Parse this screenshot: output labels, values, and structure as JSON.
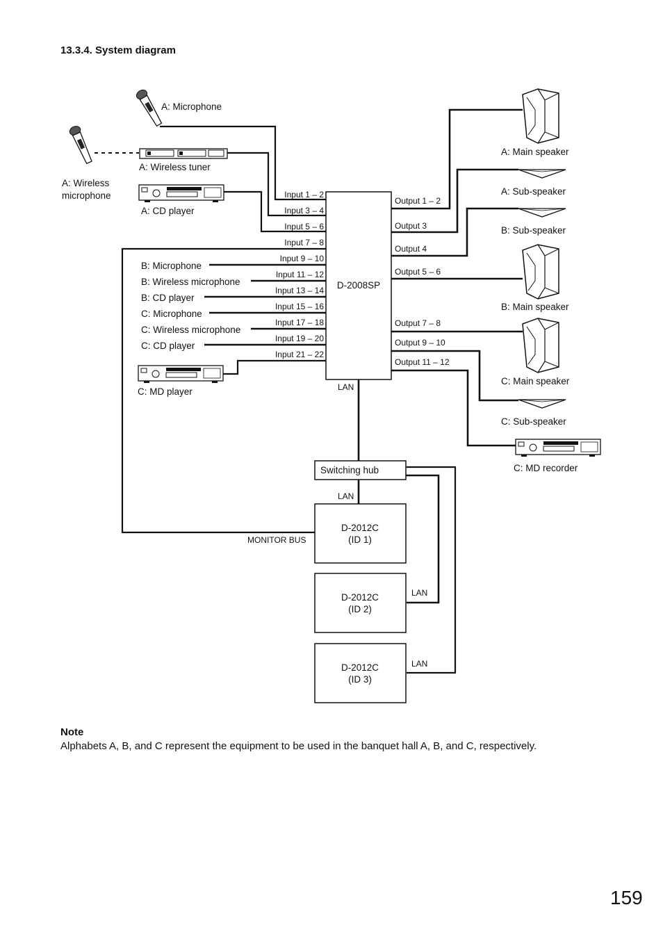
{
  "section_title": "13.3.4. System diagram",
  "devices": {
    "main_unit": "D-2008SP",
    "switching_hub": "Switching hub",
    "controllers": [
      {
        "name": "D-2012C",
        "id": "(ID 1)"
      },
      {
        "name": "D-2012C",
        "id": "(ID 2)"
      },
      {
        "name": "D-2012C",
        "id": "(ID 3)"
      }
    ],
    "monitor_bus": "MONITOR BUS",
    "lan": "LAN"
  },
  "sources": {
    "a_microphone": "A: Microphone",
    "a_wireless_line1": "A: Wireless",
    "a_wireless_line2": "microphone",
    "a_wireless_tuner": "A: Wireless tuner",
    "a_cd_player": "A: CD player",
    "b_microphone": "B: Microphone",
    "b_wireless_microphone": "B: Wireless microphone",
    "b_cd_player": "B: CD player",
    "c_microphone": "C: Microphone",
    "c_wireless_microphone": "C: Wireless microphone",
    "c_cd_player": "C: CD player",
    "c_md_player": "C: MD player"
  },
  "inputs": [
    "Input 1 – 2",
    "Input 3 – 4",
    "Input 5 – 6",
    "Input 7 – 8",
    "Input 9 – 10",
    "Input 11 – 12",
    "Input 13 – 14",
    "Input 15 – 16",
    "Input 17 – 18",
    "Input 19 – 20",
    "Input 21 – 22"
  ],
  "outputs": [
    "Output 1 – 2",
    "Output 3",
    "Output 4",
    "Output 5 – 6",
    "Output 7 – 8",
    "Output 9 – 10",
    "Output 11 – 12"
  ],
  "destinations": {
    "a_main_speaker": "A: Main speaker",
    "a_sub_speaker": "A: Sub-speaker",
    "b_sub_speaker": "B: Sub-speaker",
    "b_main_speaker": "B: Main speaker",
    "c_main_speaker": "C: Main speaker",
    "c_sub_speaker": "C: Sub-speaker",
    "c_md_recorder": "C: MD recorder"
  },
  "note": {
    "title": "Note",
    "text": "Alphabets A, B, and C represent the equipment to be used in the banquet hall A, B, and C, respectively."
  },
  "page_number": "159"
}
